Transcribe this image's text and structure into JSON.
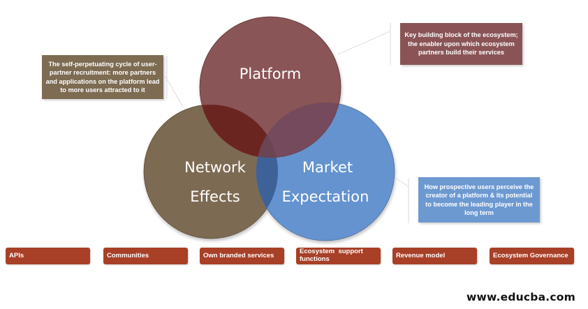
{
  "diagram": {
    "type": "venn",
    "circles": [
      {
        "id": "platform",
        "label_lines": [
          "Platform"
        ],
        "color": "#8a5456"
      },
      {
        "id": "network",
        "label_lines": [
          "Network",
          "Effects"
        ],
        "color": "#7d6b52"
      },
      {
        "id": "market",
        "label_lines": [
          "Market",
          "Expectation"
        ],
        "color": "#6593cf"
      }
    ],
    "overlap_colors": {
      "platform_network": "#6b2521",
      "platform_market": "#744a5c",
      "network_market": "#3e6298",
      "center": "#6a4553"
    },
    "callouts": {
      "network": "The self-perpetuating cycle of user-partner recruitment: more partners and applications on the platform lead to more users attracted to it",
      "platform": "Key building block of the ecosystem; the enabler upon which ecosystem partners build their services",
      "market": "How prospective users perceive the creator of a platform & its potential to become the leading player in the long term"
    },
    "components": [
      "APIs",
      "Communities",
      "Own branded services",
      "Ecosystem  support functions",
      "Revenue model",
      "Ecosystem Governance"
    ],
    "component_color": "#a83f27"
  },
  "watermark": "www.educba.com"
}
